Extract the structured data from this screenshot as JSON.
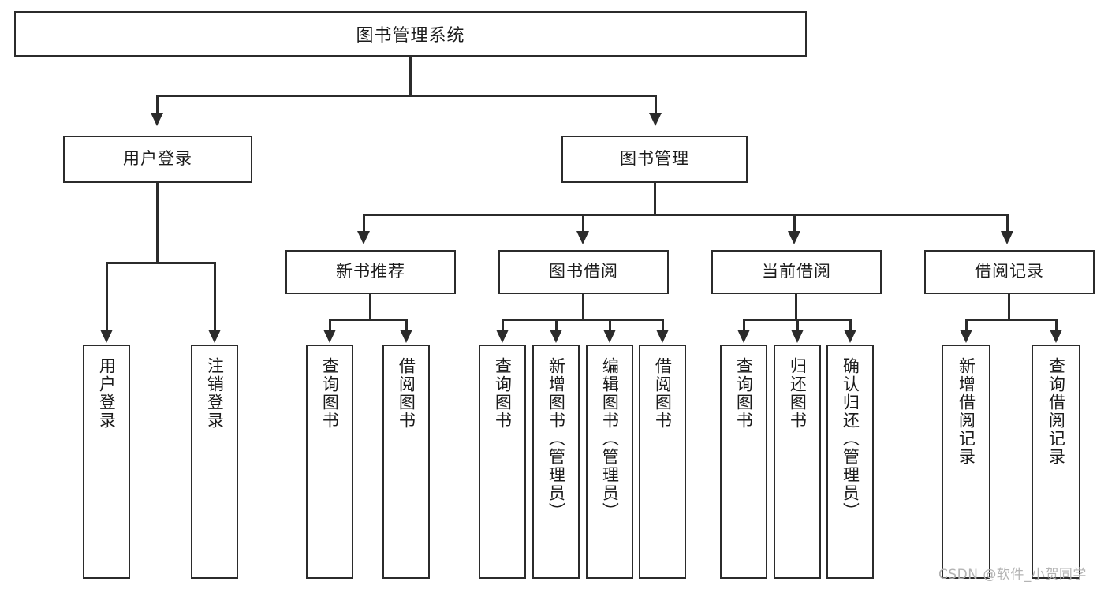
{
  "diagram": {
    "type": "tree-hierarchy-chart",
    "title": "图书管理系统",
    "root": {
      "id": "root",
      "label": "图书管理系统"
    },
    "level2": [
      {
        "id": "user-login",
        "label": "用户登录"
      },
      {
        "id": "book-manage",
        "label": "图书管理"
      }
    ],
    "level3": [
      {
        "id": "new-book-recommend",
        "label": "新书推荐"
      },
      {
        "id": "book-borrow",
        "label": "图书借阅"
      },
      {
        "id": "current-borrow",
        "label": "当前借阅"
      },
      {
        "id": "borrow-record",
        "label": "借阅记录"
      }
    ],
    "leaves": {
      "user_login": [
        {
          "id": "leaf-user-login",
          "label": "用户登录"
        },
        {
          "id": "leaf-logout-login",
          "label": "注销登录"
        }
      ],
      "new_book_recommend": [
        {
          "id": "leaf-query-book-1",
          "label": "查询图书"
        },
        {
          "id": "leaf-borrow-book-1",
          "label": "借阅图书"
        }
      ],
      "book_borrow": [
        {
          "id": "leaf-query-book-2",
          "label": "查询图书"
        },
        {
          "id": "leaf-add-book",
          "label": "新增图书（管理员）"
        },
        {
          "id": "leaf-edit-book",
          "label": "编辑图书（管理员）"
        },
        {
          "id": "leaf-borrow-book-2",
          "label": "借阅图书"
        }
      ],
      "current_borrow": [
        {
          "id": "leaf-query-book-3",
          "label": "查询图书"
        },
        {
          "id": "leaf-return-book",
          "label": "归还图书"
        },
        {
          "id": "leaf-confirm-return",
          "label": "确认归还（管理员）"
        }
      ],
      "borrow_record": [
        {
          "id": "leaf-add-record",
          "label": "新增借阅记录"
        },
        {
          "id": "leaf-query-record",
          "label": "查询借阅记录"
        }
      ]
    }
  },
  "watermark": {
    "text": "CSDN @软件_小贺同学"
  },
  "colors": {
    "stroke": "#2b2b2b",
    "fill": "#ffffff",
    "text": "#1b1b1b",
    "watermark": "#b4b4b4"
  }
}
